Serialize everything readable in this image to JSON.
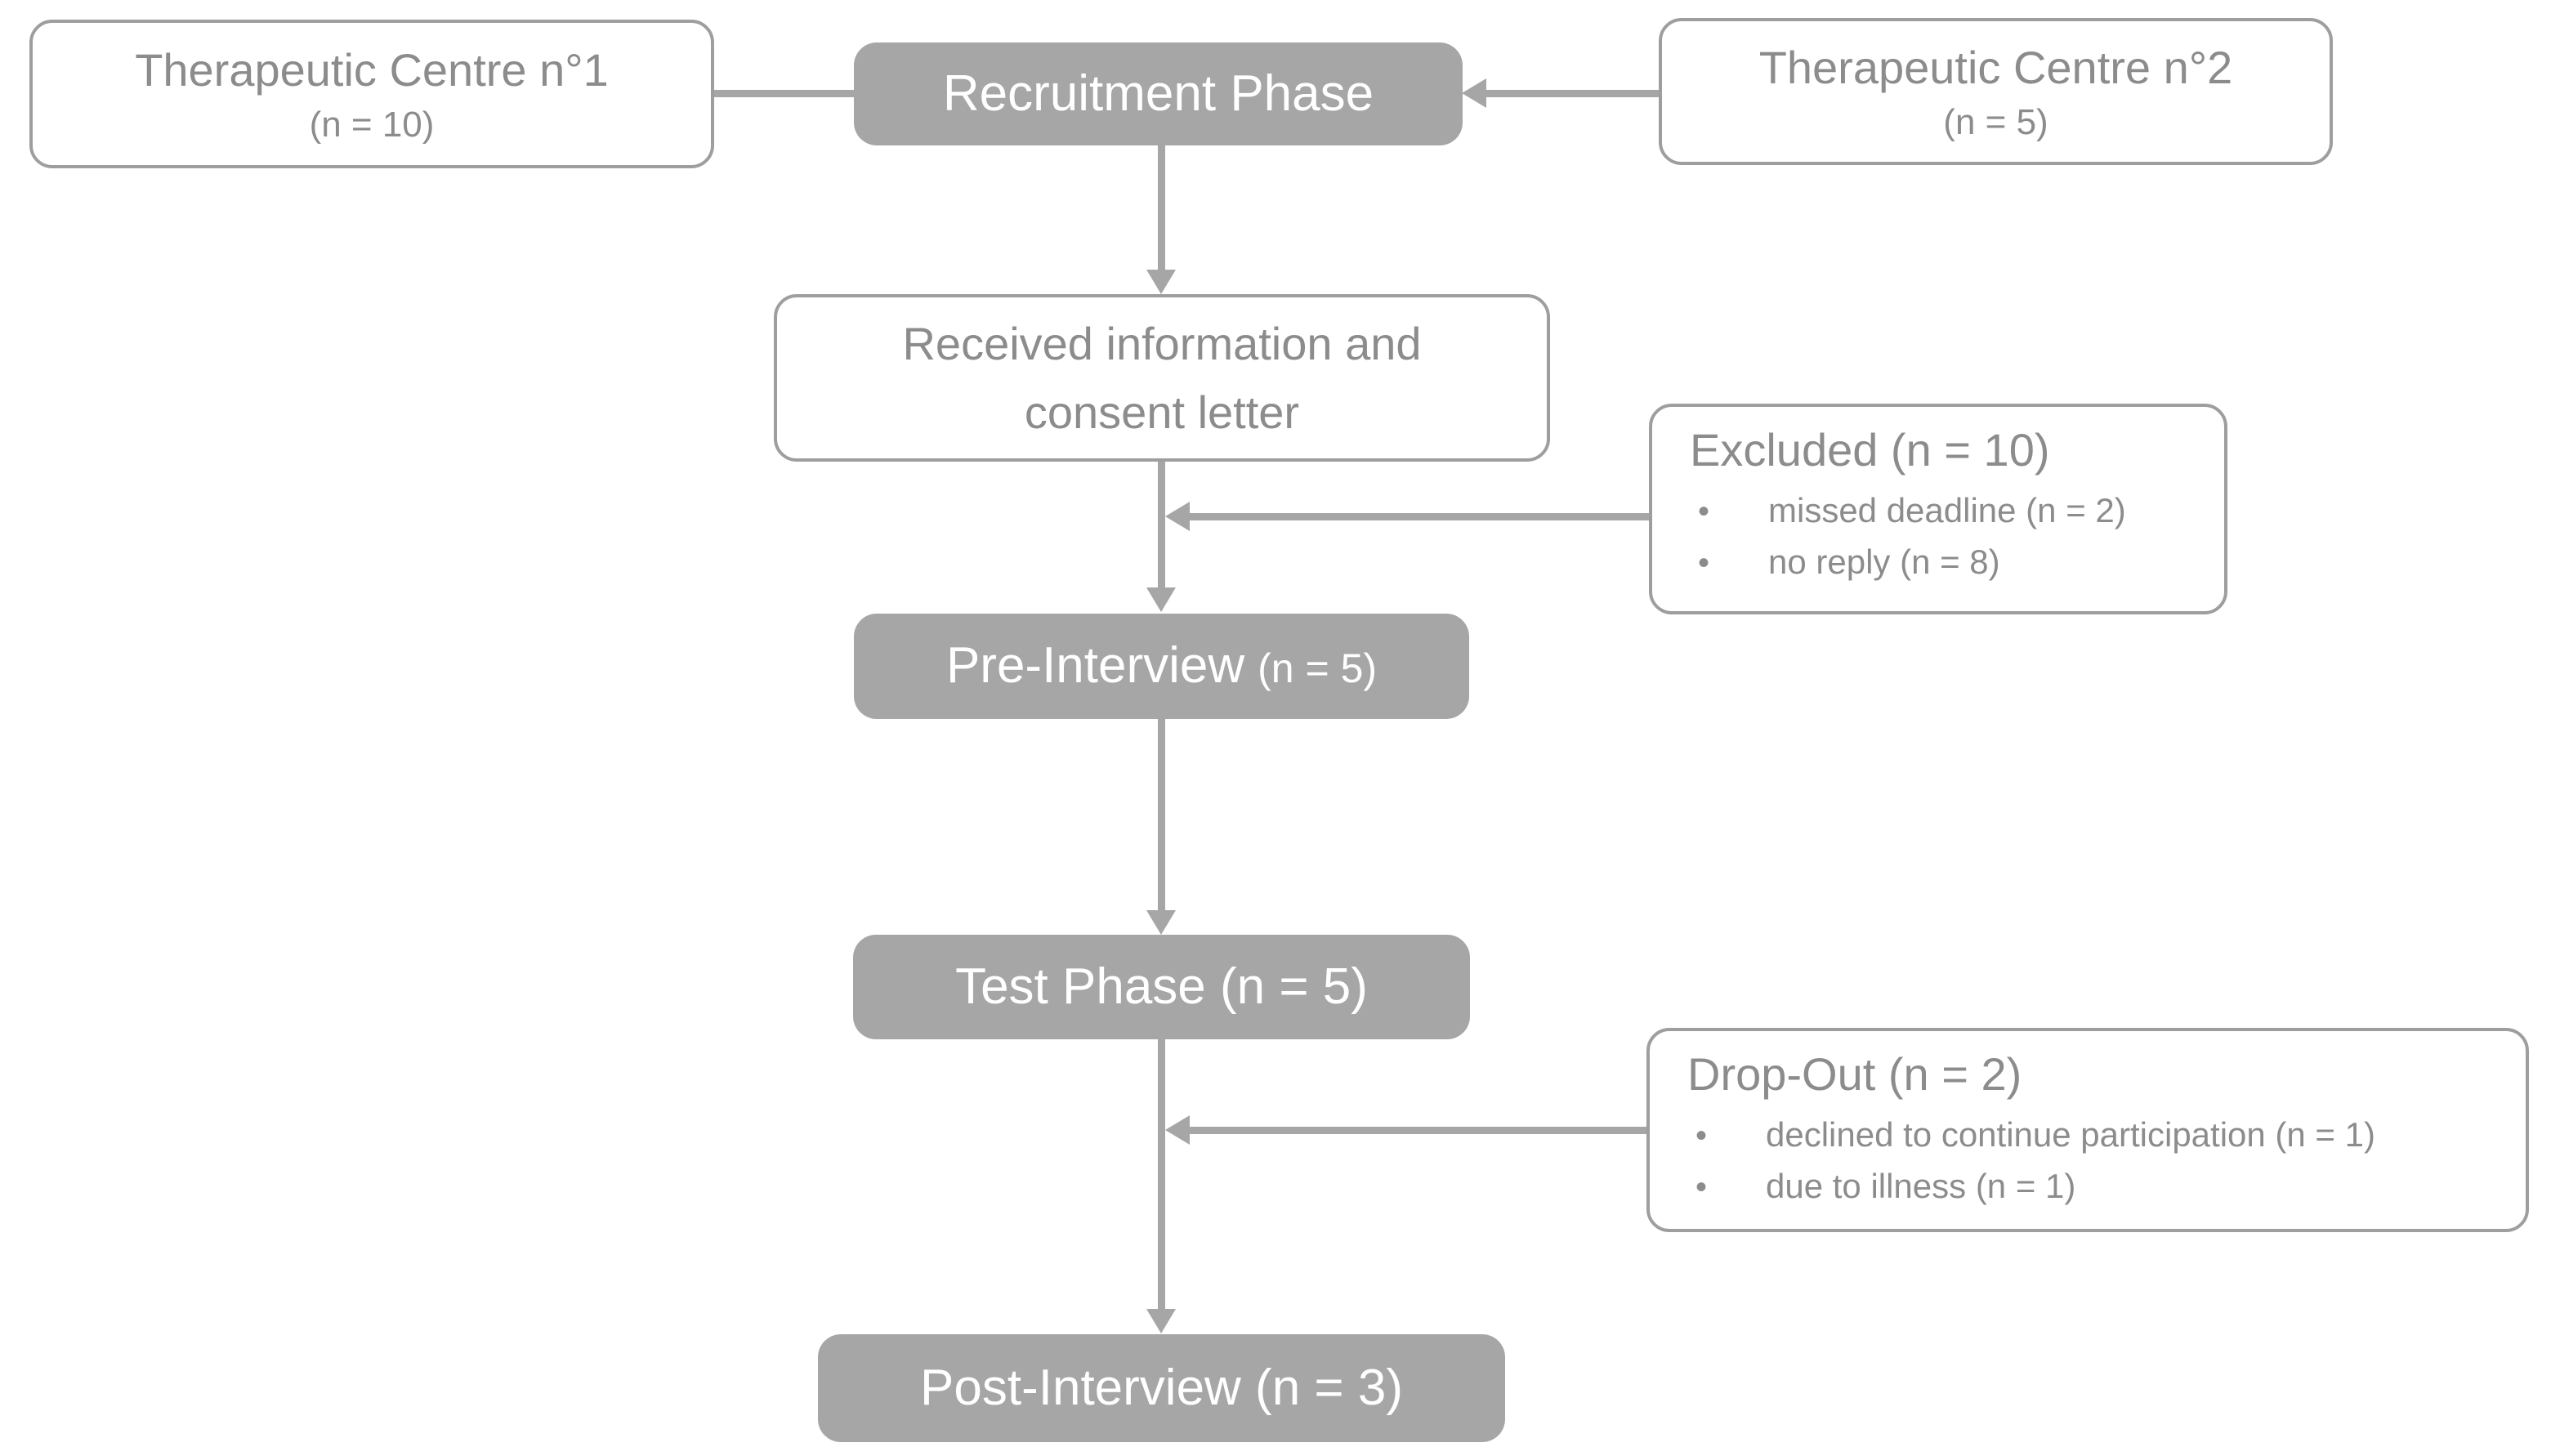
{
  "diagram": {
    "therapeutic_centre_1": {
      "title": "Therapeutic Centre n°1",
      "count": "(n = 10)"
    },
    "recruitment_phase": {
      "label": "Recruitment Phase"
    },
    "therapeutic_centre_2": {
      "title": "Therapeutic Centre n°2",
      "count": "(n = 5)"
    },
    "received_letter": {
      "line1": "Received information and",
      "line2": "consent letter"
    },
    "excluded": {
      "title": "Excluded (n = 10)",
      "bullet_glyph": "•",
      "bullets": [
        "missed deadline (n = 2)",
        "no reply (n = 8)"
      ]
    },
    "pre_interview": {
      "label": "Pre-Interview",
      "count": "(n = 5)"
    },
    "test_phase": {
      "label": "Test Phase (n = 5)"
    },
    "drop_out": {
      "title": "Drop-Out (n = 2)",
      "bullet_glyph": "•",
      "bullets": [
        "declined to continue participation (n = 1)",
        "due to illness (n = 1)"
      ]
    },
    "post_interview": {
      "label": "Post-Interview (n = 3)"
    }
  },
  "colors": {
    "node_fill": "#a6a6a6",
    "node_text": "#ffffff",
    "outline_border": "#9e9e9e",
    "outline_text": "#8c8c8c",
    "connector": "#a6a6a6",
    "background": "#ffffff"
  }
}
